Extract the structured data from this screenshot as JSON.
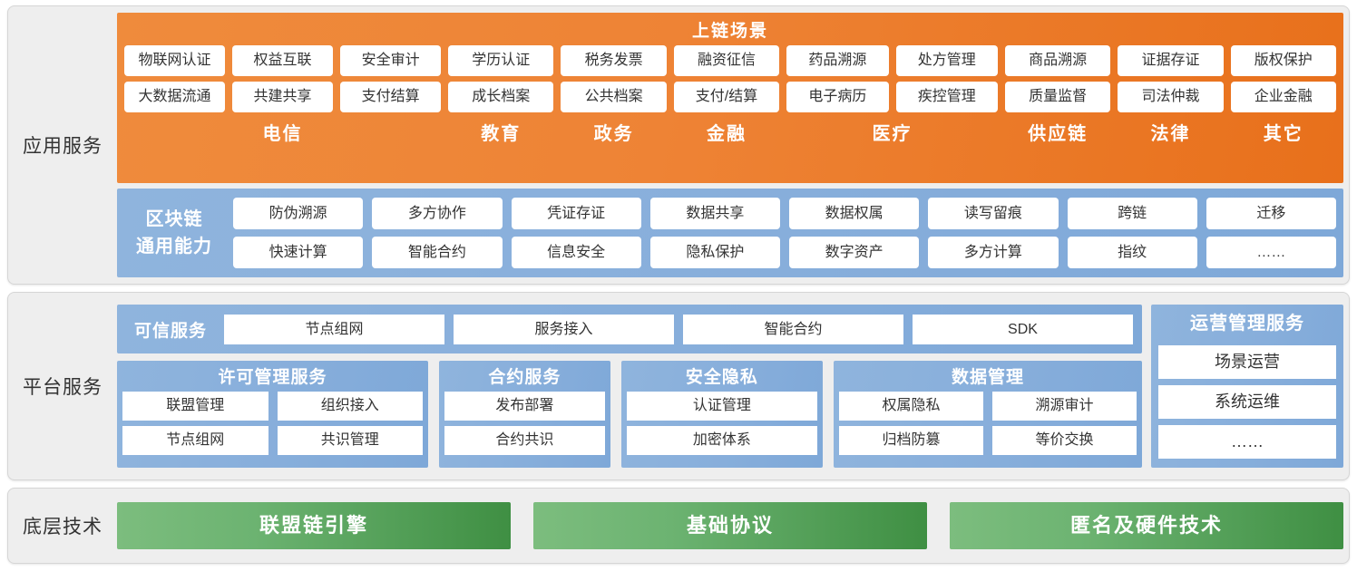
{
  "layers": {
    "application": {
      "label": "应用服务",
      "scene": {
        "title": "上链场景",
        "columns": [
          {
            "name": "电信",
            "span": 3,
            "row1": [
              "物联网认证",
              "权益互联",
              "安全审计"
            ],
            "row2": [
              "大数据流通",
              "共建共享",
              "支付结算"
            ]
          },
          {
            "name": "教育",
            "span": 1,
            "row1": [
              "学历认证"
            ],
            "row2": [
              "成长档案"
            ]
          },
          {
            "name": "政务",
            "span": 1,
            "row1": [
              "税务发票"
            ],
            "row2": [
              "公共档案"
            ]
          },
          {
            "name": "金融",
            "span": 1,
            "row1": [
              "融资征信"
            ],
            "row2": [
              "支付/结算"
            ]
          },
          {
            "name": "医疗",
            "span": 2,
            "row1": [
              "药品溯源",
              "处方管理"
            ],
            "row2": [
              "电子病历",
              "疾控管理"
            ]
          },
          {
            "name": "供应链",
            "span": 1,
            "row1": [
              "商品溯源"
            ],
            "row2": [
              "质量监督"
            ]
          },
          {
            "name": "法律",
            "span": 1,
            "row1": [
              "证据存证"
            ],
            "row2": [
              "司法仲裁"
            ]
          },
          {
            "name": "其它",
            "span": 1,
            "row1": [
              "版权保护"
            ],
            "row2": [
              "企业金融"
            ]
          }
        ]
      },
      "capability": {
        "label_line1": "区块链",
        "label_line2": "通用能力",
        "row1": [
          "防伪溯源",
          "多方协作",
          "凭证存证",
          "数据共享",
          "数据权属",
          "读写留痕",
          "跨链",
          "迁移"
        ],
        "row2": [
          "快速计算",
          "智能合约",
          "信息安全",
          "隐私保护",
          "数字资产",
          "多方计算",
          "指纹",
          "……"
        ]
      }
    },
    "platform": {
      "label": "平台服务",
      "trusted": {
        "label": "可信服务",
        "items": [
          "节点组网",
          "服务接入",
          "智能合约",
          "SDK"
        ]
      },
      "groups": [
        {
          "title": "许可管理服务",
          "row1": [
            "联盟管理",
            "组织接入"
          ],
          "row2": [
            "节点组网",
            "共识管理"
          ]
        },
        {
          "title": "合约服务",
          "row1": [
            "发布部署"
          ],
          "row2": [
            "合约共识"
          ]
        },
        {
          "title": "安全隐私",
          "row1": [
            "认证管理"
          ],
          "row2": [
            "加密体系"
          ]
        },
        {
          "title": "数据管理",
          "row1": [
            "权属隐私",
            "溯源审计"
          ],
          "row2": [
            "归档防篡",
            "等价交换"
          ]
        }
      ],
      "operations": {
        "title": "运营管理服务",
        "items": [
          "场景运营",
          "系统运维",
          "……"
        ]
      }
    },
    "base": {
      "label": "底层技术",
      "items": [
        "联盟链引擎",
        "基础协议",
        "匿名及硬件技术"
      ]
    }
  },
  "colors": {
    "orange": "#ee8335",
    "blue": "#87aedb",
    "green_light": "#7cbd7e",
    "green_dark": "#3f8f43",
    "panel_bg": "#eeeeee"
  }
}
